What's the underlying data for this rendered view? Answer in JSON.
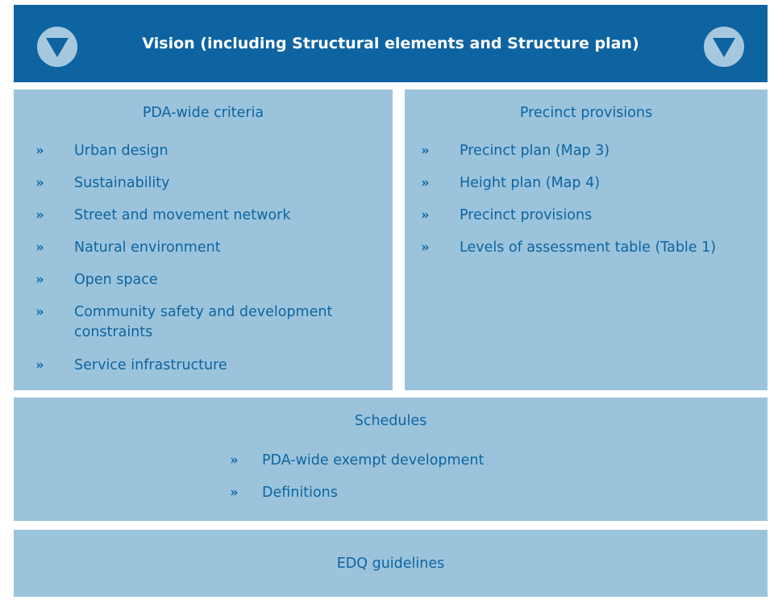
{
  "header": {
    "title": "Vision (including Structural elements and Structure plan)",
    "icon_left": "down-triangle-icon",
    "icon_right": "down-triangle-icon"
  },
  "pda_wide": {
    "title": "PDA-wide criteria",
    "bullet": "»",
    "items": [
      "Urban design",
      "Sustainability",
      "Street and movement network",
      "Natural environment",
      "Open space",
      "Community safety and development constraints",
      "Service infrastructure"
    ]
  },
  "precinct": {
    "title": "Precinct provisions",
    "bullet": "»",
    "items": [
      "Precinct plan (Map 3)",
      "Height plan (Map 4)",
      "Precinct provisions",
      "Levels of assessment table (Table 1)"
    ]
  },
  "schedules": {
    "title": "Schedules",
    "bullet": "»",
    "items": [
      "PDA-wide exempt development",
      "Definitions"
    ]
  },
  "edq": {
    "title": "EDQ guidelines"
  },
  "colors": {
    "header_bg": "#0e64a0",
    "panel_bg": "#9bc4dc",
    "text": "#0e64a0",
    "icon_circle": "#a6c8df"
  }
}
